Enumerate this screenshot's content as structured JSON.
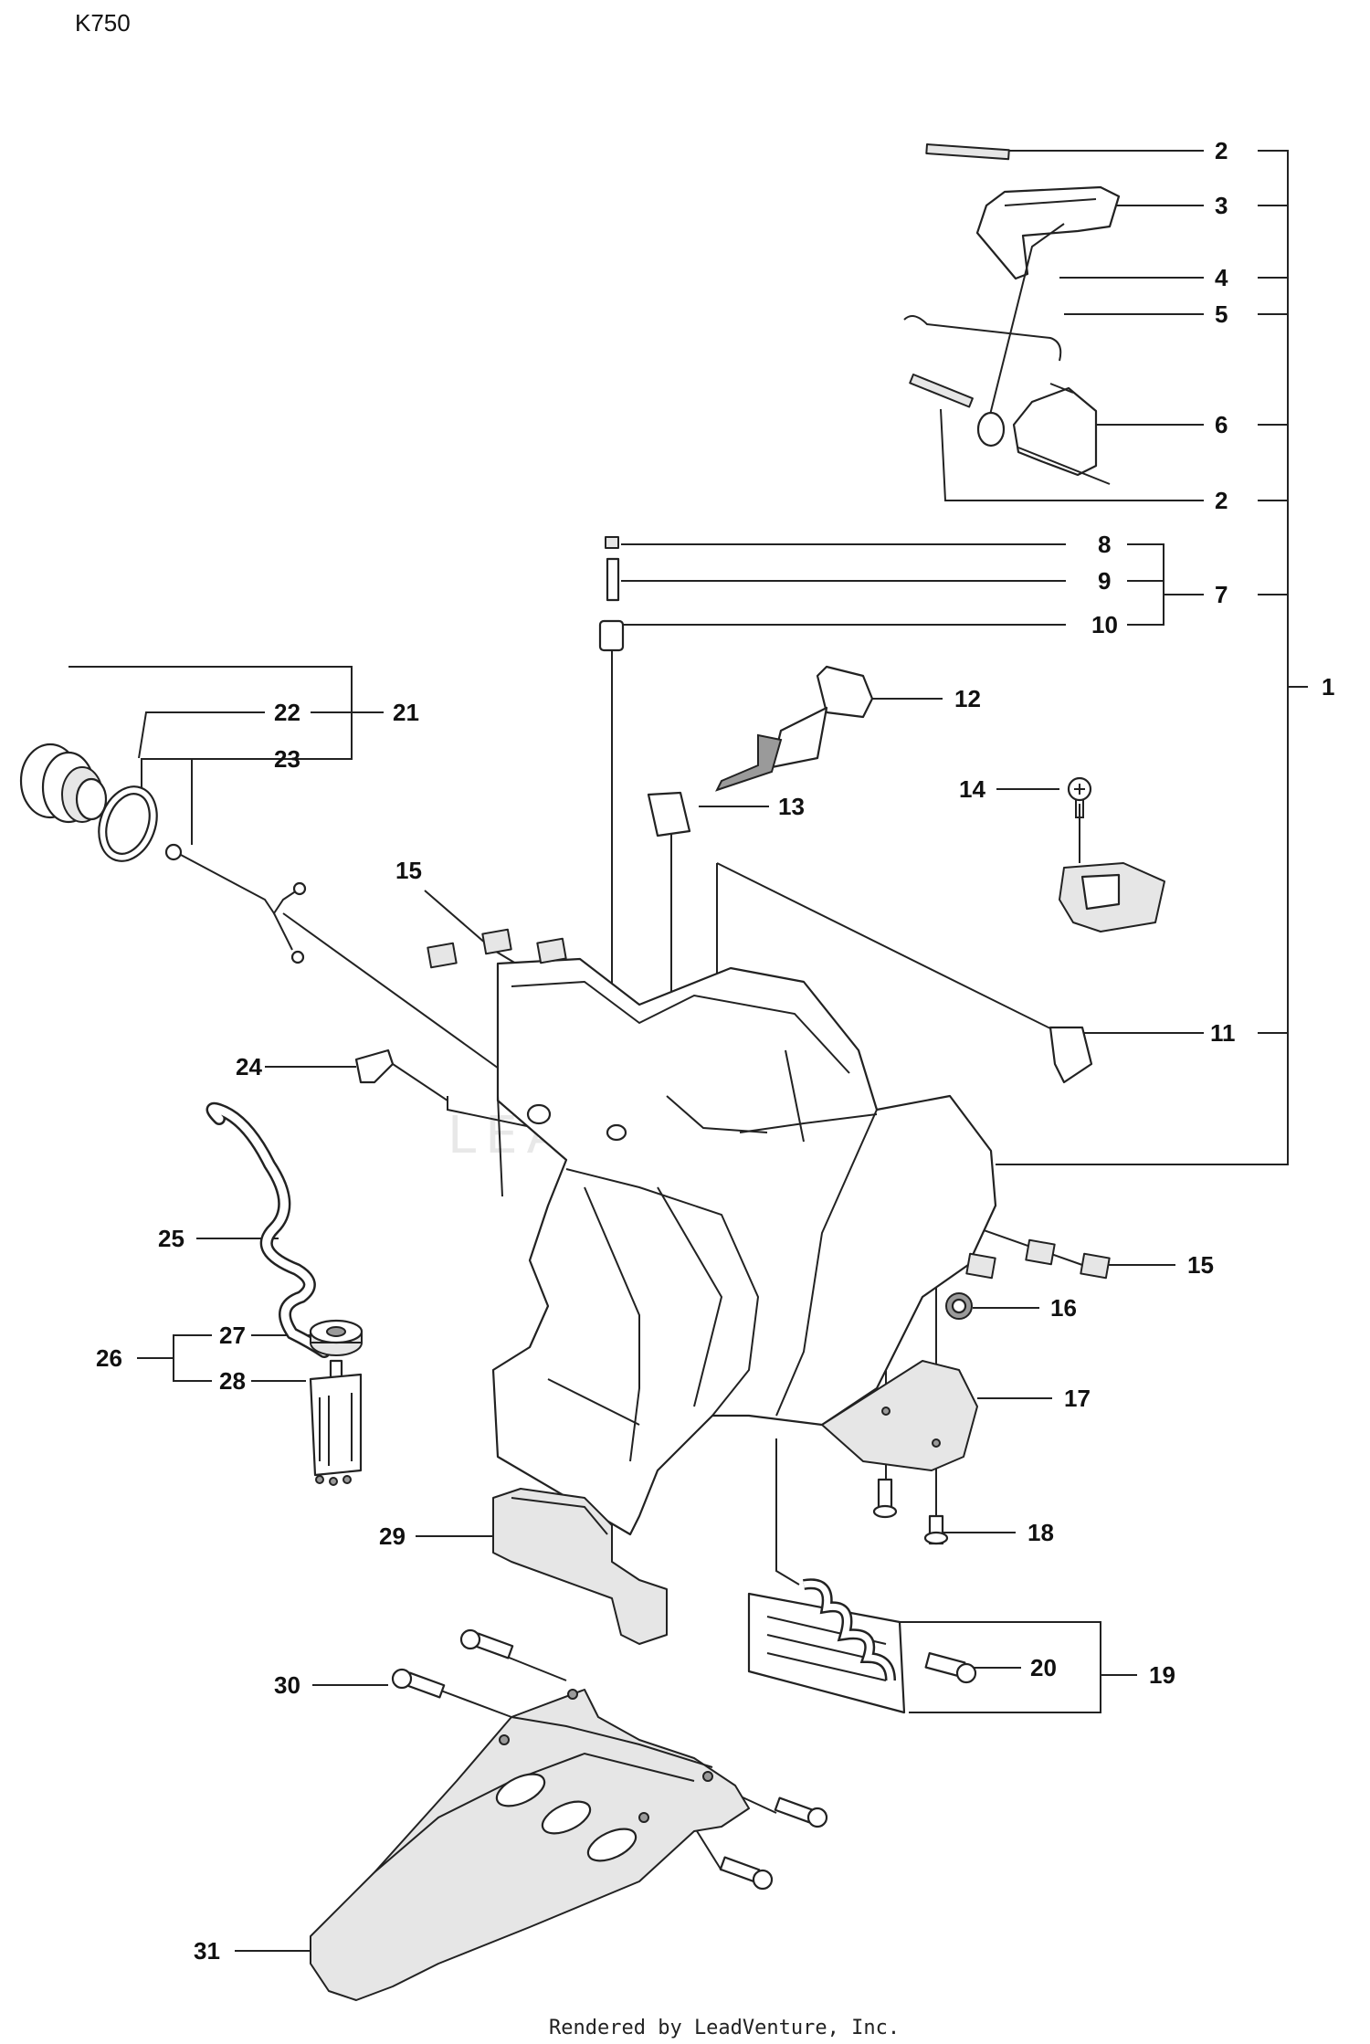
{
  "model": "K750",
  "watermark": "LEADVENTURE",
  "footer": "Rendered by LeadVenture, Inc.",
  "callouts": {
    "c1": "1",
    "c2a": "2",
    "c2b": "2",
    "c3": "3",
    "c4": "4",
    "c5": "5",
    "c6": "6",
    "c7": "7",
    "c8": "8",
    "c9": "9",
    "c10": "10",
    "c11": "11",
    "c12": "12",
    "c13": "13",
    "c14": "14",
    "c15a": "15",
    "c15b": "15",
    "c16": "16",
    "c17": "17",
    "c18": "18",
    "c19": "19",
    "c20": "20",
    "c21": "21",
    "c22": "22",
    "c23": "23",
    "c24": "24",
    "c25": "25",
    "c26": "26",
    "c27": "27",
    "c28": "28",
    "c29": "29",
    "c30": "30",
    "c31": "31"
  }
}
